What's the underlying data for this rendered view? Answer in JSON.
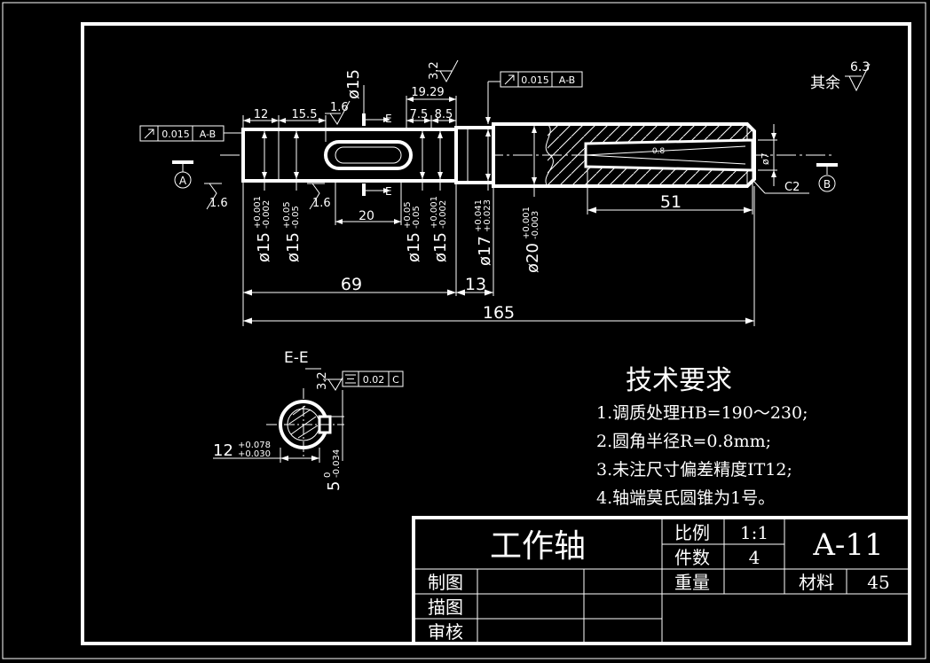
{
  "drawing": {
    "dims": {
      "d12": "12",
      "d15_5": "15.5",
      "d19_29": "19.29",
      "d7_5": "7.5",
      "d8_5": "8.5",
      "d20": "20",
      "d51": "51",
      "d69": "69",
      "d13": "13",
      "d165": "165",
      "c2": "C2",
      "phi7": "ø7",
      "phi15_top": "ø15",
      "ra_top": "3.2",
      "ra_left_a": "1.6",
      "ra_left_b": "1.6",
      "ra_mid": "1.6",
      "taper_ra": "0.8"
    },
    "diameters": [
      {
        "base": "ø15",
        "up": "+0.001",
        "low": "-0.002"
      },
      {
        "base": "ø15",
        "up": "+0.05",
        "low": "-0.05"
      },
      {
        "base": "ø15",
        "up": "+0.05",
        "low": "-0.05"
      },
      {
        "base": "ø15",
        "up": "+0.001",
        "low": "-0.002"
      },
      {
        "base": "ø17",
        "up": "+0.041",
        "low": "+0.023"
      },
      {
        "base": "ø20",
        "up": "+0.001",
        "low": "-0.003"
      }
    ],
    "datums": {
      "a": "A",
      "b": "B",
      "c": "C"
    },
    "section_marks": {
      "e1": "E",
      "e2": "E"
    },
    "tol_left": {
      "value": "0.015",
      "ref": "A-B"
    },
    "tol_right": {
      "value": "0.015",
      "ref": "A-B"
    },
    "rest_roughness": {
      "label": "其余",
      "value": "6.3"
    },
    "section": {
      "title": "E-E",
      "ra": "3.2",
      "sym_tol": {
        "value": "0.02",
        "ref": "C"
      },
      "width_dim": {
        "base": "12",
        "up": "+0.078",
        "low": "+0.030"
      },
      "depth_dim": {
        "base": "5",
        "up": "0",
        "low": "-0.034"
      }
    }
  },
  "requirements": {
    "title": "技术要求",
    "items": [
      "1.调质处理HB=190～230;",
      "2.圆角半径R=0.8mm;",
      "3.未注尺寸偏差精度IT12;",
      "4.轴端莫氏圆锥为1号。"
    ]
  },
  "title_block": {
    "part_name": "工作轴",
    "scale_label": "比例",
    "scale_value": "1:1",
    "qty_label": "件数",
    "qty_value": "4",
    "drawing_no": "A-11",
    "weight_label": "重量",
    "material_label": "材料",
    "material_value": "45",
    "drawn_by": "制图",
    "traced_by": "描图",
    "checked_by": "审核"
  }
}
